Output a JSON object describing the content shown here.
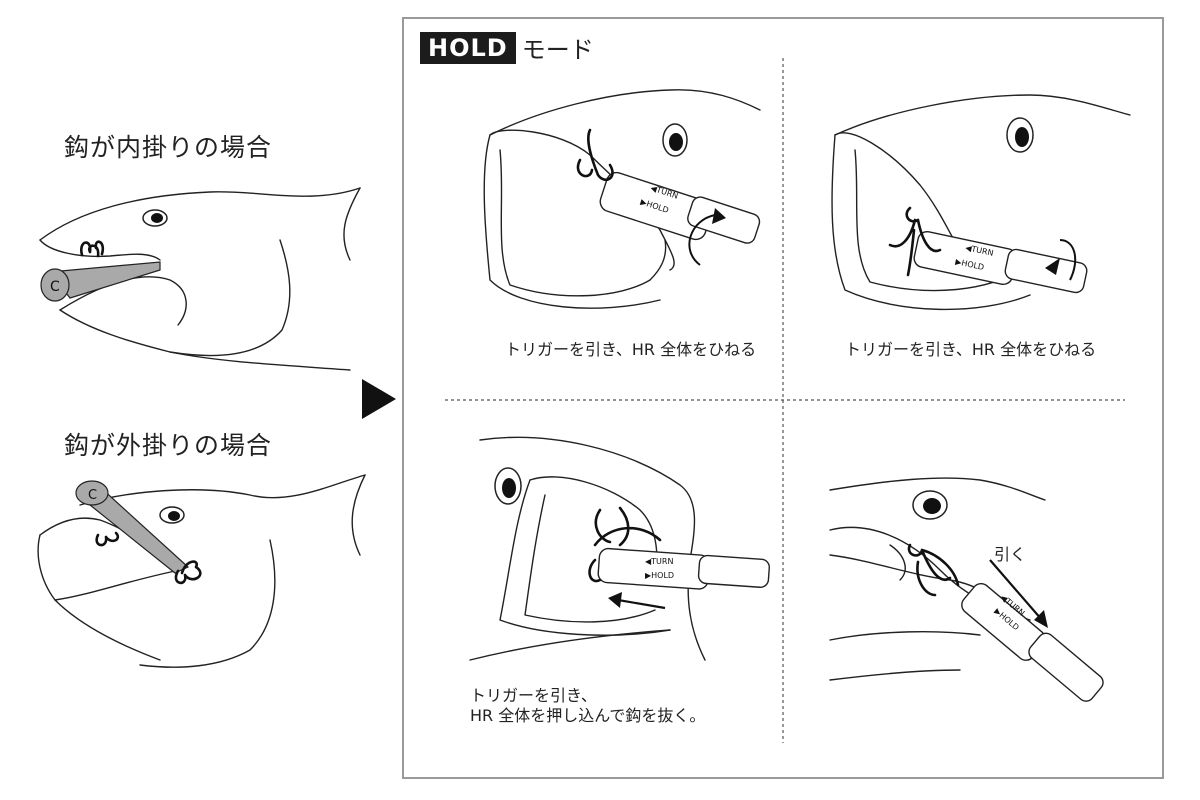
{
  "left": {
    "inner_case_label": "鈎が内掛りの場合",
    "outer_case_label": "鈎が外掛りの場合",
    "lure_mark": "C"
  },
  "panel": {
    "mode_badge": "HOLD",
    "mode_suffix": "モード",
    "tool_labels": {
      "turn": "◀TURN",
      "hold": "▶HOLD"
    },
    "steps": [
      {
        "caption": "トリガーを引き、HR 全体をひねる"
      },
      {
        "caption": "トリガーを引き、HR 全体をひねる"
      },
      {
        "caption_line1": "トリガーを引き、",
        "caption_line2": "HR 全体を押し込んで鈎を抜く。"
      },
      {
        "pull_label": "引く"
      }
    ]
  },
  "colors": {
    "lure": "#a9a9a9",
    "panel_border": "#9a9a9a",
    "badge": "#1c1c1c"
  }
}
